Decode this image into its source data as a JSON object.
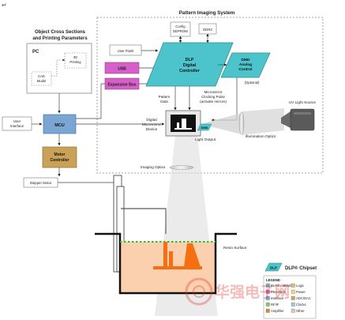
{
  "corner_mark": "↵",
  "pattern_system": {
    "title": "Pattern Imaging System"
  },
  "object_cross": {
    "title_line1": "Object Cross Sections",
    "title_line2": "and Printing Parameters"
  },
  "pc": {
    "label": "PC",
    "cad_line1": "CAD",
    "cad_line2": "Model",
    "printing_line1": "3D",
    "printing_line2": "Printing"
  },
  "config_eeprom": {
    "line1": "Config",
    "line2": "EEPROM"
  },
  "ddr2": {
    "label": "DDR2"
  },
  "user_flash": {
    "label": "User Flash"
  },
  "usb": {
    "label": "USB"
  },
  "expansion_bus": {
    "label": "Expansion Bus"
  },
  "dlp_controller": {
    "line1": "DLP",
    "line2": "Digital",
    "line3": "Controller"
  },
  "dmd_controller": {
    "line1": "DMD",
    "line2": "Analog",
    "line3": "Control",
    "optional": "(Optional)"
  },
  "pattern_data": {
    "line1": "Pattern",
    "line2": "Data"
  },
  "micromirror_clock": {
    "line1": "Micromirror",
    "line2": "Clocking Pulse",
    "line3": "(activate mirrors)"
  },
  "uv_light": {
    "label": "UV Light Source"
  },
  "user_interface": {
    "line1": "User",
    "line2": "Interface"
  },
  "mcu": {
    "label": "MCU"
  },
  "dmd_device": {
    "line1": "Digital",
    "line2": "Micromirror",
    "line3": "Device",
    "chip_label": "DMD"
  },
  "light_output": {
    "label": "Light Output"
  },
  "illumination_optics": {
    "label": "Illumination Optics"
  },
  "imaging_optics": {
    "label": "Imaging Optics"
  },
  "motor_controller": {
    "line1": "Motor",
    "line2": "Controller"
  },
  "stepper_motor": {
    "label": "Stepper Motor"
  },
  "resin_surface": {
    "label": "Resin Surface"
  },
  "chipset": {
    "badge": "DLP",
    "label": "DLP® Chipset"
  },
  "legend": {
    "title": "LEGEND",
    "items_left": [
      "DLP® / MEMS",
      "Processor",
      "Interface",
      "RF/IF",
      "Amplifier"
    ],
    "items_right": [
      "Logic",
      "Power",
      "ADC/DAC",
      "Clocks",
      "Other"
    ],
    "colors_left": [
      "#4dc4cc",
      "#d65fc9",
      "#7aa6d4",
      "#8bc46a",
      "#d98c3f"
    ],
    "colors_right": [
      "#d9c072",
      "#e0e06a",
      "#cba36a",
      "#9ec7e3",
      "#cccccc"
    ]
  },
  "watermark": {
    "text": "华强电子网"
  },
  "colors": {
    "dlp_teal": "#4dc4cc",
    "interface_blue": "#7aa6d4",
    "processor_magenta": "#d65fc9",
    "logic_tan": "#c9a258",
    "resin_orange": "#fbd0ae",
    "object_orange": "#f56e10",
    "surface_green": "#2bbf2b"
  }
}
